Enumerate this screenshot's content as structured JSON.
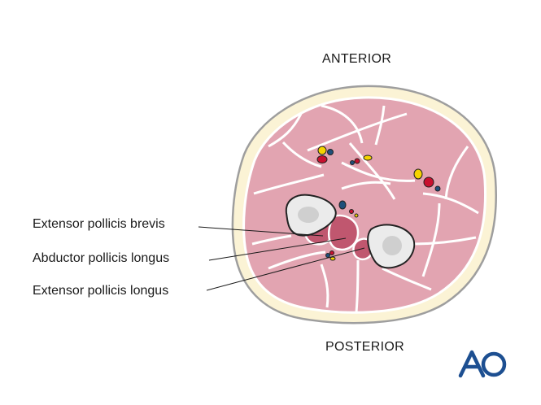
{
  "orientation": {
    "anterior": "ANTERIOR",
    "posterior": "POSTERIOR"
  },
  "labels": [
    "Extensor pollicis brevis",
    "Abductor pollicis longus",
    "Extensor pollicis longus"
  ],
  "logo": "AO",
  "colors": {
    "skin": "#fbf3d5",
    "skin_outline": "#a6a6a6",
    "muscle": "#e2a4b1",
    "muscle_dark": "#c0576f",
    "muscle_outline": "#ffffff",
    "bone": "#ebebeb",
    "bone_inner": "#cfcfcf",
    "artery": "#c8102e",
    "vein": "#1f4f7a",
    "nerve": "#f5d300",
    "logo": "#1d4f91"
  }
}
